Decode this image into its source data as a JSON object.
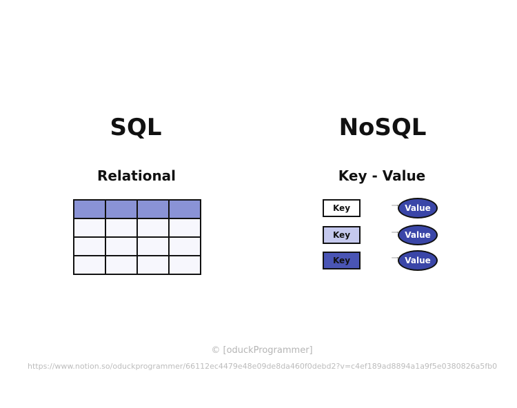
{
  "left": {
    "title": "SQL",
    "model": "Relational",
    "table": {
      "rows": 4,
      "cols": 4,
      "header_color": "#8a93d6",
      "cell_color": "#f7f7fd"
    }
  },
  "right": {
    "title": "NoSQL",
    "model": "Key - Value",
    "pairs": [
      {
        "key": "Key",
        "value": "Value",
        "key_color": "#ffffff"
      },
      {
        "key": "Key",
        "value": "Value",
        "key_color": "#c5c9ee"
      },
      {
        "key": "Key",
        "value": "Value",
        "key_color": "#4a55b5"
      }
    ],
    "value_color": "#3a46a8"
  },
  "footer": {
    "copyright": "© [oduckProgrammer]",
    "url": "https://www.notion.so/oduckprogrammer/66112ec4479e48e09de8da460f0debd2?v=c4ef189ad8894a1a9f5e0380826a5fb0"
  }
}
